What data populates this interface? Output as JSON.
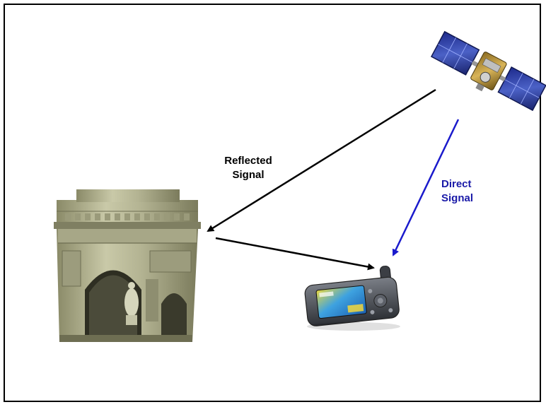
{
  "labels": {
    "reflected_line1": "Reflected",
    "reflected_line2": "Signal",
    "direct_line1": "Direct",
    "direct_line2": "Signal"
  },
  "colors": {
    "reflected_arrow": "#000000",
    "direct_arrow": "#1a1acc",
    "reflected_text": "#000000",
    "direct_text": "#1a1aa8",
    "border": "#000000"
  },
  "icons": {
    "satellite": "satellite-icon",
    "building": "arc-de-triomphe-icon",
    "receiver": "gps-receiver-icon"
  }
}
